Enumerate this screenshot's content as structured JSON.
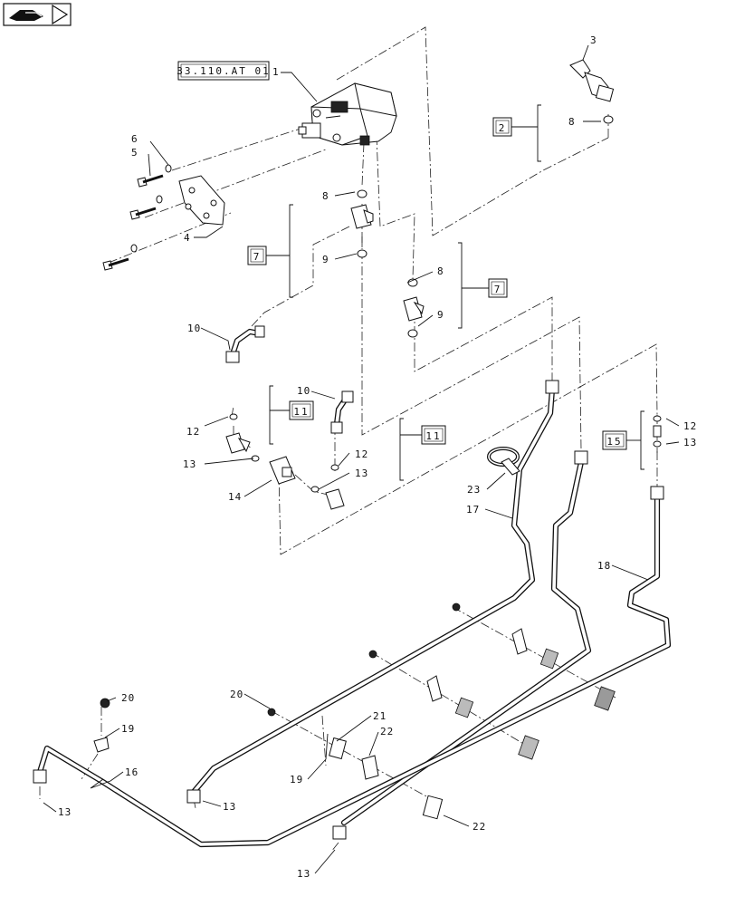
{
  "refs": {
    "pump_ref": "33.110.AT 01",
    "box_2": "2",
    "box_7a": "7",
    "box_7b": "7",
    "box_11a": "11",
    "box_11b": "11",
    "box_15": "15"
  },
  "callouts": {
    "c1": "1",
    "c3": "3",
    "c4": "4",
    "c5": "5",
    "c6": "6",
    "c8a": "8",
    "c8b": "8",
    "c8c": "8",
    "c9a": "9",
    "c9b": "9",
    "c10a": "10",
    "c10b": "10",
    "c12a": "12",
    "c12b": "12",
    "c12c": "12",
    "c13a": "13",
    "c13b": "13",
    "c13c": "13",
    "c13d": "13",
    "c13e": "13",
    "c13f": "13",
    "c14": "14",
    "c16": "16",
    "c17": "17",
    "c18": "18",
    "c19a": "19",
    "c19b": "19",
    "c20a": "20",
    "c20b": "20",
    "c21": "21",
    "c22a": "22",
    "c22b": "22",
    "c23": "23"
  },
  "icons": {
    "nav": "page-turn-icon"
  }
}
